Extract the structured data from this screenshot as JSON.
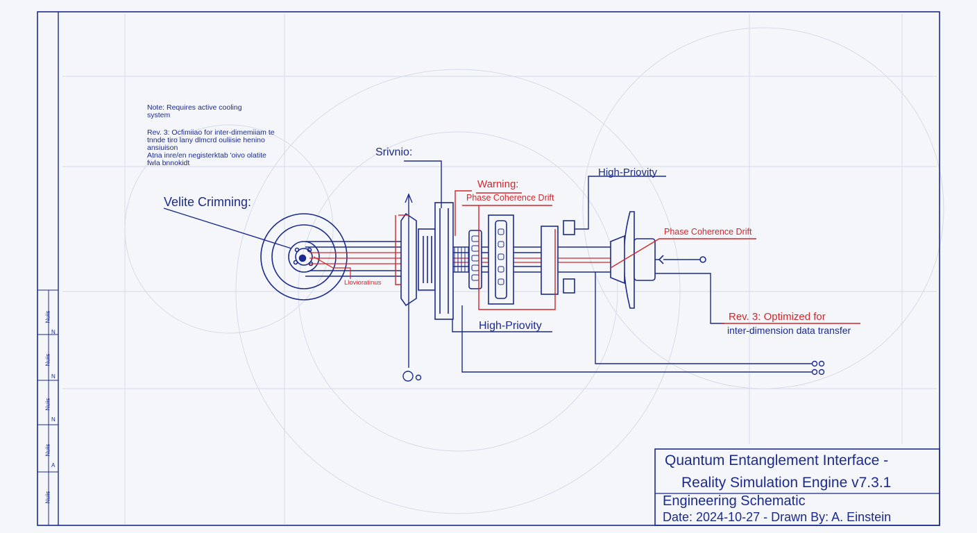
{
  "notes": {
    "cooling": "Note: Requires active cooling system",
    "rev_lines": [
      "Rev. 3: Ocfimiiao for inter-dimemiiam te",
      "tnnde tiro lany dlmcrd ouliisie henino",
      "ansiuison",
      "Atna inre/en negisterktab 'oivo olatite",
      "fwla bnnokidt"
    ]
  },
  "labels": {
    "srivnio": "Srivnio:",
    "velite": "Velite Crimning:",
    "warning": "Warning:",
    "phase_drift_1": "Phase Coherence Drift",
    "phase_drift_2": "Phase Coherence Drift",
    "high_priority_top": "High-Priovity",
    "high_priority_bottom": "High-Priovity",
    "small_red": "Llovioratinus",
    "rev3_title": "Rev. 3: Optimized for",
    "rev3_sub": "inter-dimension data transfer"
  },
  "revision_strip": {
    "labels": [
      "Nuiis",
      "Nuiis",
      "Nuiis",
      "Nuiis",
      "Nuiis"
    ],
    "marks": [
      "N",
      "N",
      "N",
      "A"
    ]
  },
  "title_block": {
    "title_line1": "Quantum Entanglement Interface -",
    "title_line2": "Reality Simulation Engine v7.3.1",
    "subtitle": "Engineering Schematic",
    "meta": "Date: 2024-10-27 - Drawn By: A. Einstein"
  },
  "colors": {
    "ink_blue": "#1b2a8c",
    "ink_red": "#d3262b",
    "paper": "#f4f6fa",
    "faint_grid": "#d5dbe8"
  }
}
